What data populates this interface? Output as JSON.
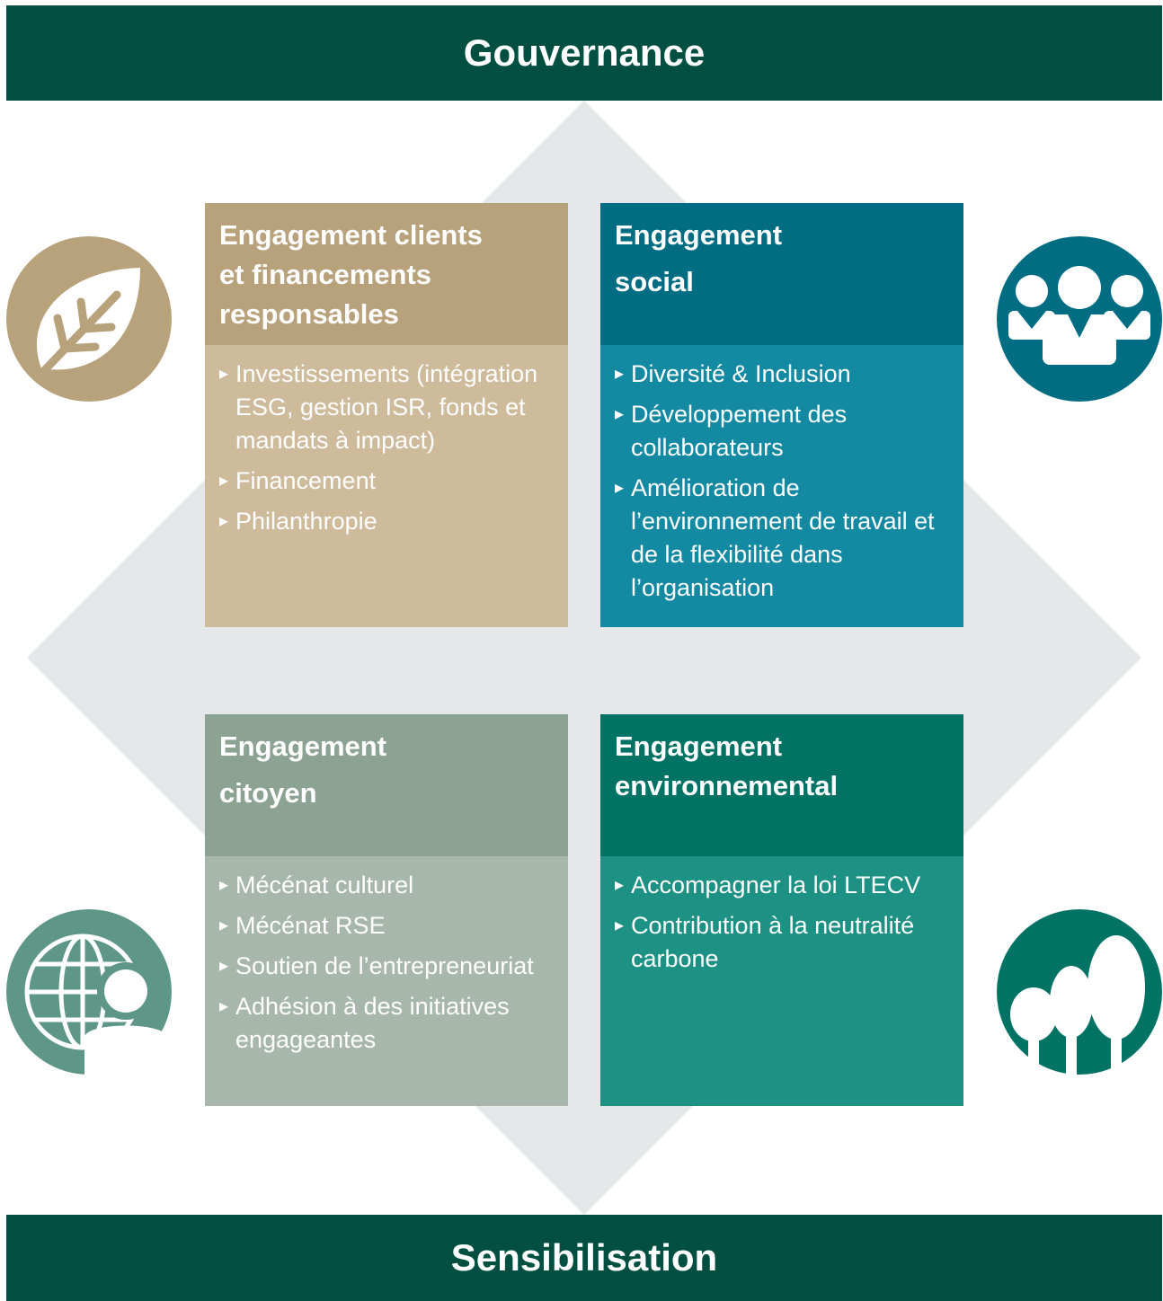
{
  "header": {
    "title": "Gouvernance"
  },
  "footer": {
    "title": "Sensibilisation"
  },
  "colors": {
    "band": "#004f41",
    "diamond": "#e6e7e8",
    "clients_head": "#b8a27c",
    "clients_body": "#cebb9b",
    "social_head": "#006d83",
    "social_body": "#148aa2",
    "citoyen_head": "#8ca293",
    "citoyen_body": "#a8b7ab",
    "env_head": "#007365",
    "env_body": "#1d9183"
  },
  "quadrants": {
    "clients": {
      "title_line1": "Engagement clients",
      "title_line2": "et financements",
      "title_line3": "responsables",
      "items": [
        "Investissements (intégration ESG, gestion ISR, fonds et mandats à impact)",
        "Financement",
        "Philanthropie"
      ],
      "icon": "leaf-icon"
    },
    "social": {
      "title_line1": "Engagement",
      "title_line2": "social",
      "items": [
        "Diversité & Inclusion",
        "Développement des collaborateurs",
        "Amélioration de l’environnement de travail et de la flexibilité dans l’organisation"
      ],
      "icon": "people-icon"
    },
    "citoyen": {
      "title_line1": "Engagement",
      "title_line2": "citoyen",
      "items": [
        "Mécénat culturel",
        "Mécénat RSE",
        "Soutien de l’entrepreneuriat",
        "Adhésion à des initiatives engageantes"
      ],
      "icon": "globe-person-icon"
    },
    "env": {
      "title_line1": "Engagement",
      "title_line2": "environnemental",
      "items": [
        "Accompagner la loi LTECV",
        "Contribution à la neutralité carbone"
      ],
      "icon": "trees-icon"
    }
  }
}
